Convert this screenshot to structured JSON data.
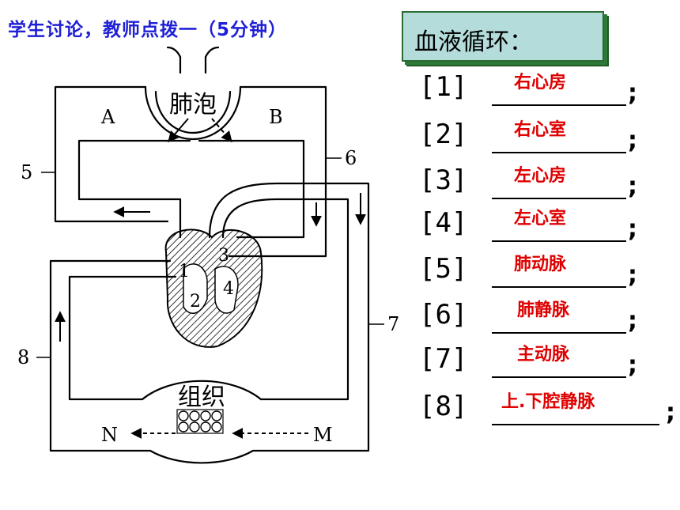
{
  "heading": "学生讨论，教师点拨一（5分钟）",
  "box_title": "血液循环：",
  "diagram": {
    "alveolus": "肺泡",
    "tissue": "组织",
    "label_a": "A",
    "label_b": "B",
    "label_m": "M",
    "label_n": "N",
    "num_1": "1",
    "num_2": "2",
    "num_3": "3",
    "num_4": "4",
    "num_5": "5",
    "num_6": "6",
    "num_7": "7",
    "num_8": "8"
  },
  "answers": [
    {
      "index": "[1]",
      "text": "右心房",
      "semicolon": ";"
    },
    {
      "index": "[2]",
      "text": "右心室",
      "semicolon": ";"
    },
    {
      "index": "[3]",
      "text": "左心房",
      "semicolon": ";"
    },
    {
      "index": "[4]",
      "text": "左心室",
      "semicolon": ";"
    },
    {
      "index": "[5]",
      "text": "肺动脉",
      "semicolon": ";"
    },
    {
      "index": "[6]",
      "text": "肺静脉",
      "semicolon": ";"
    },
    {
      "index": "[7]",
      "text": "主动脉",
      "semicolon": ";"
    },
    {
      "index": "[8]",
      "text": "上.下腔静脉",
      "semicolon": ";"
    }
  ],
  "colors": {
    "heading": "#1f1fd6",
    "title_box": "#b3dcda",
    "title_box_border": "#2a6a33",
    "answer": "#e00000"
  }
}
